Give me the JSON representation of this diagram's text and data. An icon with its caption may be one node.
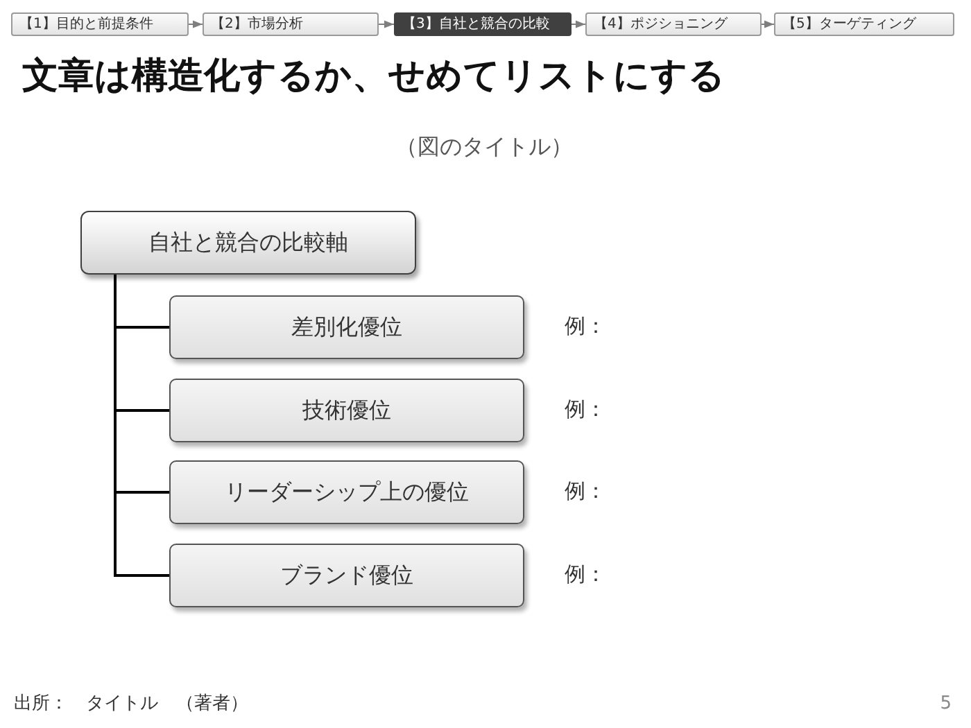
{
  "diagram": {
    "title": "文章は構造化するか、せめてリストにする",
    "nodes": [
      {
        "text": [
          "【1】目的と前提条件"
        ]
      },
      {
        "text": [
          "【2】市場分析"
        ]
      },
      {
        "text": [
          "【3】自社と競合の比較"
        ]
      },
      {
        "text": [
          "【4】ポジショニング"
        ]
      },
      {
        "text": [
          "【5】ターゲティング"
        ]
      },
      {
        "text": [
          "自社と競合の比較軸"
        ]
      },
      {
        "text": [
          "差別化優位"
        ],
        "beside": [
          "例："
        ]
      },
      {
        "text": [
          "技術優位"
        ],
        "beside": [
          "例："
        ]
      },
      {
        "text": [
          "リーダーシップ上の優位"
        ],
        "beside": [
          "例："
        ]
      },
      {
        "text": [
          "ブランド優位"
        ],
        "beside": [
          "例："
        ]
      }
    ],
    "edges": [
      {
        "from": 0,
        "to": 1,
        "arrow": "to",
        "color": "#7f7f7f"
      },
      {
        "from": 1,
        "to": 2,
        "arrow": "to",
        "color": "#7f7f7f"
      },
      {
        "from": 2,
        "to": 3,
        "arrow": "to",
        "color": "#7f7f7f"
      },
      {
        "from": 3,
        "to": 4,
        "arrow": "to",
        "color": "#7f7f7f"
      },
      {
        "from": 5,
        "to": 6,
        "arrow": "none",
        "color": "#000000"
      },
      {
        "from": 5,
        "to": 7,
        "arrow": "none",
        "color": "#000000"
      },
      {
        "from": 5,
        "to": 8,
        "arrow": "none",
        "color": "#000000"
      },
      {
        "from": 5,
        "to": 9,
        "arrow": "none",
        "color": "#000000"
      }
    ],
    "labels": [
      "（図のタイトル）",
      "出所：　タイトル　（著者）",
      "5"
    ]
  }
}
